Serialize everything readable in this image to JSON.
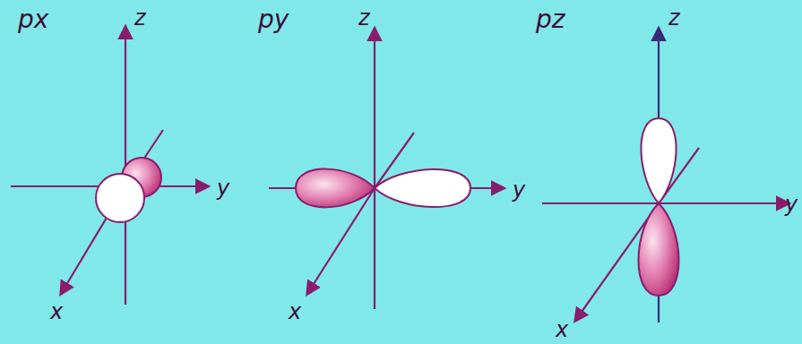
{
  "diagram": {
    "labels": [
      "px",
      "z",
      "y",
      "x",
      "py",
      "z",
      "y",
      "x",
      "pz",
      "z",
      "y",
      "x"
    ]
  }
}
